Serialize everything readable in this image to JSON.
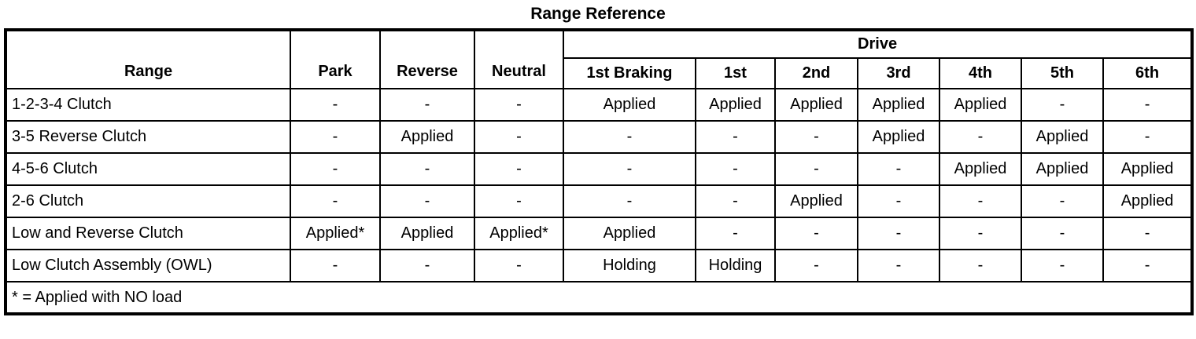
{
  "title": "Range Reference",
  "table": {
    "range_header": "Range",
    "static_headers": [
      "Park",
      "Reverse",
      "Neutral"
    ],
    "drive_group_header": "Drive",
    "drive_subheaders": [
      "1st Braking",
      "1st",
      "2nd",
      "3rd",
      "4th",
      "5th",
      "6th"
    ],
    "rows": [
      {
        "label": "1-2-3-4 Clutch",
        "cells": [
          "-",
          "-",
          "-",
          "Applied",
          "Applied",
          "Applied",
          "Applied",
          "Applied",
          "-",
          "-"
        ]
      },
      {
        "label": "3-5 Reverse Clutch",
        "cells": [
          "-",
          "Applied",
          "-",
          "-",
          "-",
          "-",
          "Applied",
          "-",
          "Applied",
          "-"
        ]
      },
      {
        "label": "4-5-6 Clutch",
        "cells": [
          "-",
          "-",
          "-",
          "-",
          "-",
          "-",
          "-",
          "Applied",
          "Applied",
          "Applied"
        ]
      },
      {
        "label": "2-6 Clutch",
        "cells": [
          "-",
          "-",
          "-",
          "-",
          "-",
          "Applied",
          "-",
          "-",
          "-",
          "Applied"
        ]
      },
      {
        "label": "Low and Reverse Clutch",
        "cells": [
          "Applied*",
          "Applied",
          "Applied*",
          "Applied",
          "-",
          "-",
          "-",
          "-",
          "-",
          "-"
        ]
      },
      {
        "label": "Low Clutch Assembly (OWL)",
        "cells": [
          "-",
          "-",
          "-",
          "Holding",
          "Holding",
          "-",
          "-",
          "-",
          "-",
          "-"
        ]
      }
    ],
    "footnote": "* = Applied with NO load"
  },
  "colors": {
    "text": "#000000",
    "border": "#000000",
    "background": "#ffffff"
  }
}
